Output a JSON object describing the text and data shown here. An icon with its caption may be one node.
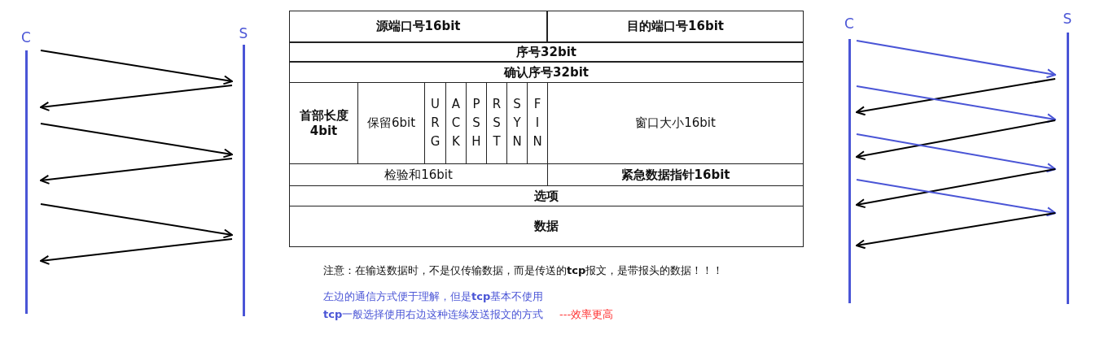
{
  "diagram": {
    "nodes": [
      {
        "text": [
          "C"
        ]
      },
      {
        "text": [
          "S"
        ]
      },
      {
        "text": [
          "C"
        ]
      },
      {
        "text": [
          "S"
        ]
      }
    ],
    "edges": [
      {
        "from": 0,
        "to": 1,
        "arrow": "to"
      },
      {
        "from": 1,
        "to": 0,
        "arrow": "to"
      },
      {
        "from": 0,
        "to": 1,
        "arrow": "to"
      },
      {
        "from": 1,
        "to": 0,
        "arrow": "to"
      },
      {
        "from": 0,
        "to": 1,
        "arrow": "to"
      },
      {
        "from": 1,
        "to": 0,
        "arrow": "to"
      },
      {
        "from": 2,
        "to": 3,
        "arrow": "to",
        "color": "#4a55d6"
      },
      {
        "from": 3,
        "to": 2,
        "arrow": "to"
      },
      {
        "from": 2,
        "to": 3,
        "arrow": "to",
        "color": "#4a55d6"
      },
      {
        "from": 3,
        "to": 2,
        "arrow": "to"
      },
      {
        "from": 2,
        "to": 3,
        "arrow": "to",
        "color": "#4a55d6"
      },
      {
        "from": 3,
        "to": 2,
        "arrow": "to"
      },
      {
        "from": 2,
        "to": 3,
        "arrow": "to",
        "color": "#4a55d6"
      },
      {
        "from": 3,
        "to": 2,
        "arrow": "to"
      }
    ],
    "labels": [
      "源端口号16bit",
      "目的端口号16bit",
      "序号32bit",
      "确认序号32bit",
      "首部长度 4bit",
      "保留6bit",
      "URG",
      "ACK",
      "PSH",
      "RST",
      "SYN",
      "FIN",
      "窗口大小16bit",
      "检验和16bit",
      "紧急数据指针16bit",
      "选项",
      "数据",
      "注意：在输送数据时，不是仅传输数据，而是传送的**tcp**报文，是带报头的数据！！！",
      "左边的通信方式便于理解，但是**tcp**基本不使用",
      "**tcp**一般选择使用右边这种连续发送报文的方式",
      "---效率更高"
    ]
  }
}
